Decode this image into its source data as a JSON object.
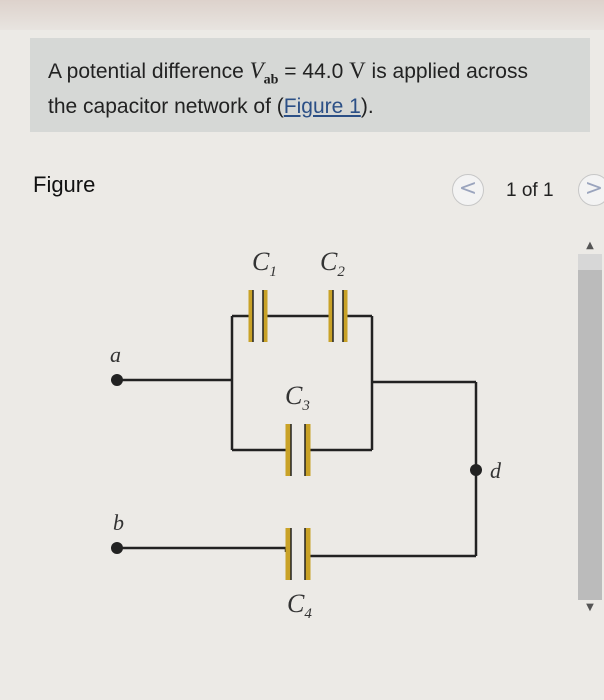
{
  "problem": {
    "text_before": "A potential difference ",
    "variable": "V",
    "variable_sub": "ab",
    "text_value": " = 44.0 ",
    "unit": "V",
    "text_after_1": " is applied across",
    "text_line2": "the capacitor network of (",
    "link_text": "Figure 1",
    "text_after_2": ")."
  },
  "figure": {
    "heading": "Figure",
    "page_count": "1 of 1",
    "prev_label": "<",
    "next_label": ">"
  },
  "circuit": {
    "node_a": "a",
    "node_b": "b",
    "node_d": "d",
    "c1_label": "C",
    "c1_sub": "1",
    "c2_label": "C",
    "c2_sub": "2",
    "c3_label": "C",
    "c3_sub": "3",
    "c4_label": "C",
    "c4_sub": "4"
  },
  "colors": {
    "capacitor_plate": "#c9a227",
    "wire": "#222222",
    "link": "#2b4f86"
  }
}
